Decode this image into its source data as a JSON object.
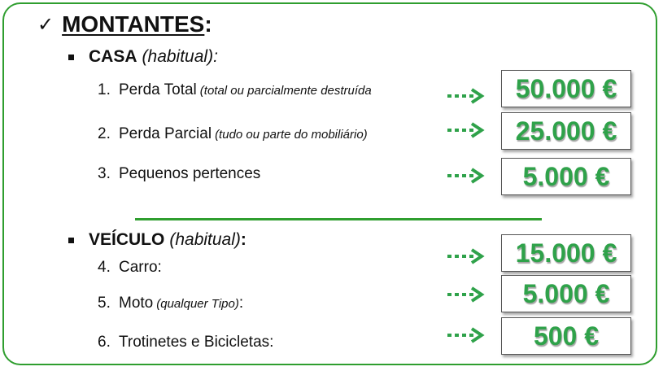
{
  "heading": {
    "check_glyph": "✓",
    "title": "MONTANTES",
    "colon": ":"
  },
  "casa": {
    "label": "CASA",
    "qualifier": "(habitual):",
    "items": [
      {
        "num": "1.",
        "label": "Perda Total",
        "note": "(total ou parcialmente destruída",
        "amount": "50.000 €"
      },
      {
        "num": "2.",
        "label": "Perda Parcial",
        "note": "(tudo ou parte do mobiliário)",
        "amount": "25.000 €"
      },
      {
        "num": "3.",
        "label": "Pequenos pertences",
        "amount": "5.000 €"
      }
    ]
  },
  "veiculo": {
    "label": "VEÍCULO",
    "qualifier": "(habitual)",
    "colon": ":",
    "items": [
      {
        "num": "4.",
        "label": "Carro:",
        "amount": "15.000 €"
      },
      {
        "num": "5.",
        "label": "Moto",
        "note": "(qualquer Tipo)",
        "suffix": ":",
        "amount": "5.000 €"
      },
      {
        "num": "6.",
        "label": "Trotinetes e Bicicletas:",
        "amount": "500 €"
      }
    ]
  },
  "colors": {
    "accent_green": "#2f9e2f",
    "amount_green": "#2fa24a"
  }
}
